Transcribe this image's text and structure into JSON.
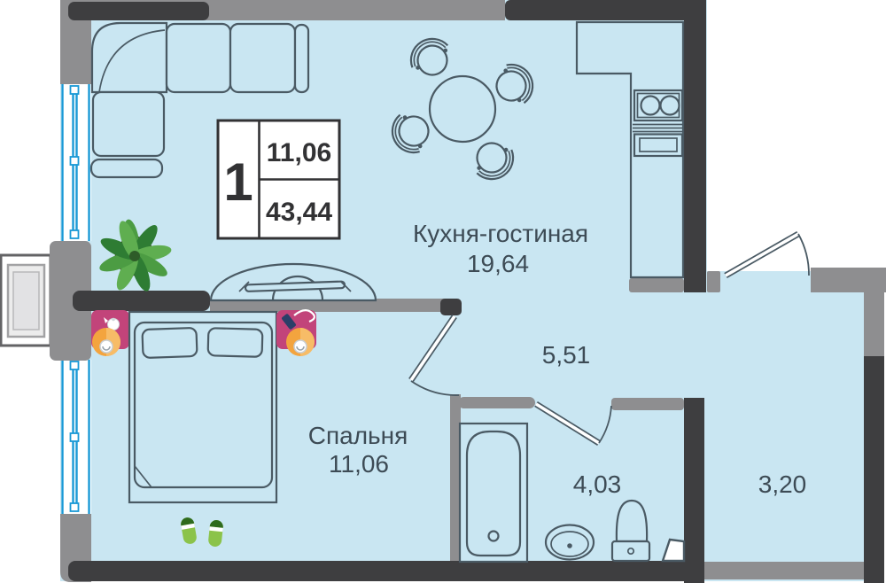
{
  "legend": {
    "rooms_count": "1",
    "living_area": "11,06",
    "total_area": "43,44"
  },
  "rooms": {
    "kitchen_living": {
      "name": "Кухня-гостиная",
      "area": "19,64"
    },
    "bedroom": {
      "name": "Спальня",
      "area": "11,06"
    },
    "hallway": {
      "area": "5,51"
    },
    "bathroom": {
      "area": "4,03"
    },
    "entry": {
      "area": "3,20"
    }
  },
  "furniture": [
    "corner-sofa",
    "dining-table",
    "chair",
    "kitchen-counter",
    "stove",
    "oven",
    "plant",
    "vanity-table",
    "double-bed",
    "nightstand",
    "table-lamp",
    "slippers",
    "bathtub",
    "washbasin",
    "toilet",
    "corner-shelf",
    "ac-unit"
  ],
  "colors": {
    "floor": "#c9e6f2",
    "wall_dark": "#3e3e40",
    "wall_gray": "#8e8e90",
    "outline": "#4a5a64",
    "window_blue": "#1a99d6",
    "label_text": "#3d4b55",
    "legend_text": "#323234",
    "accent_pink": "#c2447a",
    "accent_orange": "#f3a43e",
    "plant_green": "#4c9c43",
    "slipper_green": "#8bc34a"
  }
}
